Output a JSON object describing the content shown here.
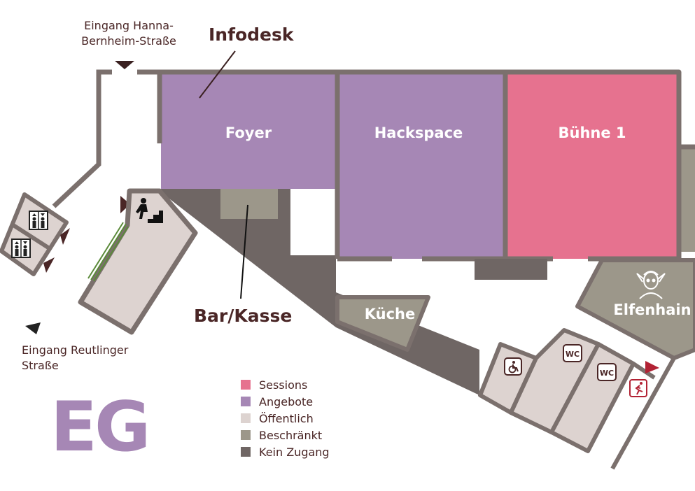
{
  "floor": "EG",
  "rooms": {
    "foyer": "Foyer",
    "hackspace": "Hackspace",
    "buehne1": "Bühne 1",
    "kueche": "Küche",
    "elfenhain": "Elfenhain"
  },
  "callouts": {
    "infodesk": "Infodesk",
    "bar_kasse": "Bar/Kasse"
  },
  "entrances": {
    "hanna": [
      "Eingang Hanna-",
      "Bernheim-Straße"
    ],
    "reutlinger": [
      "Eingang Reutlinger",
      "Straße"
    ]
  },
  "icons": {
    "wc": "WC",
    "wc_icon": "wc-icon",
    "accessible_icon": "wheelchair-icon",
    "elevator_icon": "elevator-icon",
    "stairs_icon": "stairs-icon",
    "emergency_exit_icon": "emergency-exit-icon",
    "elf_icon": "elf-icon"
  },
  "legend": [
    {
      "label": "Sessions",
      "color": "#e6728f"
    },
    {
      "label": "Angebote",
      "color": "#a687b5"
    },
    {
      "label": "Öffentlich",
      "color": "#ddd3d0"
    },
    {
      "label": "Beschränkt",
      "color": "#9c978a"
    },
    {
      "label": "Kein Zugang",
      "color": "#6f6664"
    }
  ],
  "colors": {
    "wall": "#7b706d",
    "sessions": "#e6728f",
    "angebote": "#a687b5",
    "oeffentlich": "#ddd3d0",
    "beschraenkt": "#9c978a",
    "kein_zugang": "#6f6664",
    "text": "#4a2626",
    "exit": "#b22234"
  }
}
